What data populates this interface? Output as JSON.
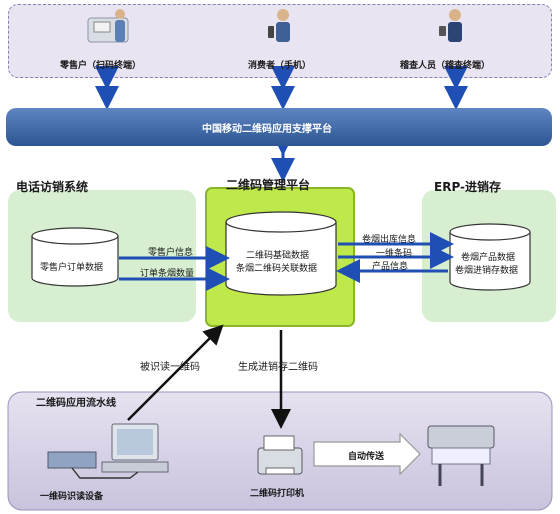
{
  "users": {
    "retailer": "零售户（扫码终端）",
    "consumer": "消费者（手机）",
    "inspector": "稽查人员（稽查终端）"
  },
  "platform_bar": "中国移动二维码应用支撑平台",
  "phone_sales": {
    "title": "电话访销系统",
    "db": "零售户订单数据"
  },
  "qr_manage": {
    "title": "二维码管理平台",
    "db_line1": "二维码基础数据",
    "db_line2": "条烟二维码关联数据"
  },
  "erp": {
    "title": "ERP-进销存",
    "db_line1": "卷烟产品数据",
    "db_line2": "卷烟进销存数据"
  },
  "flows_left": {
    "retailer_info": "零售户信息",
    "order_qty": "订单条烟数量"
  },
  "flows_right": {
    "outbound": "卷烟出库信息",
    "barcode": "一维条码",
    "product": "产品信息"
  },
  "mid_labels": {
    "read_1d": "被识读一维码",
    "gen_2d": "生成进销存二维码"
  },
  "pipeline": {
    "title": "二维码应用流水线",
    "reader": "一维码识读设备",
    "printer": "二维码打印机",
    "conveyor": "自动传送"
  }
}
